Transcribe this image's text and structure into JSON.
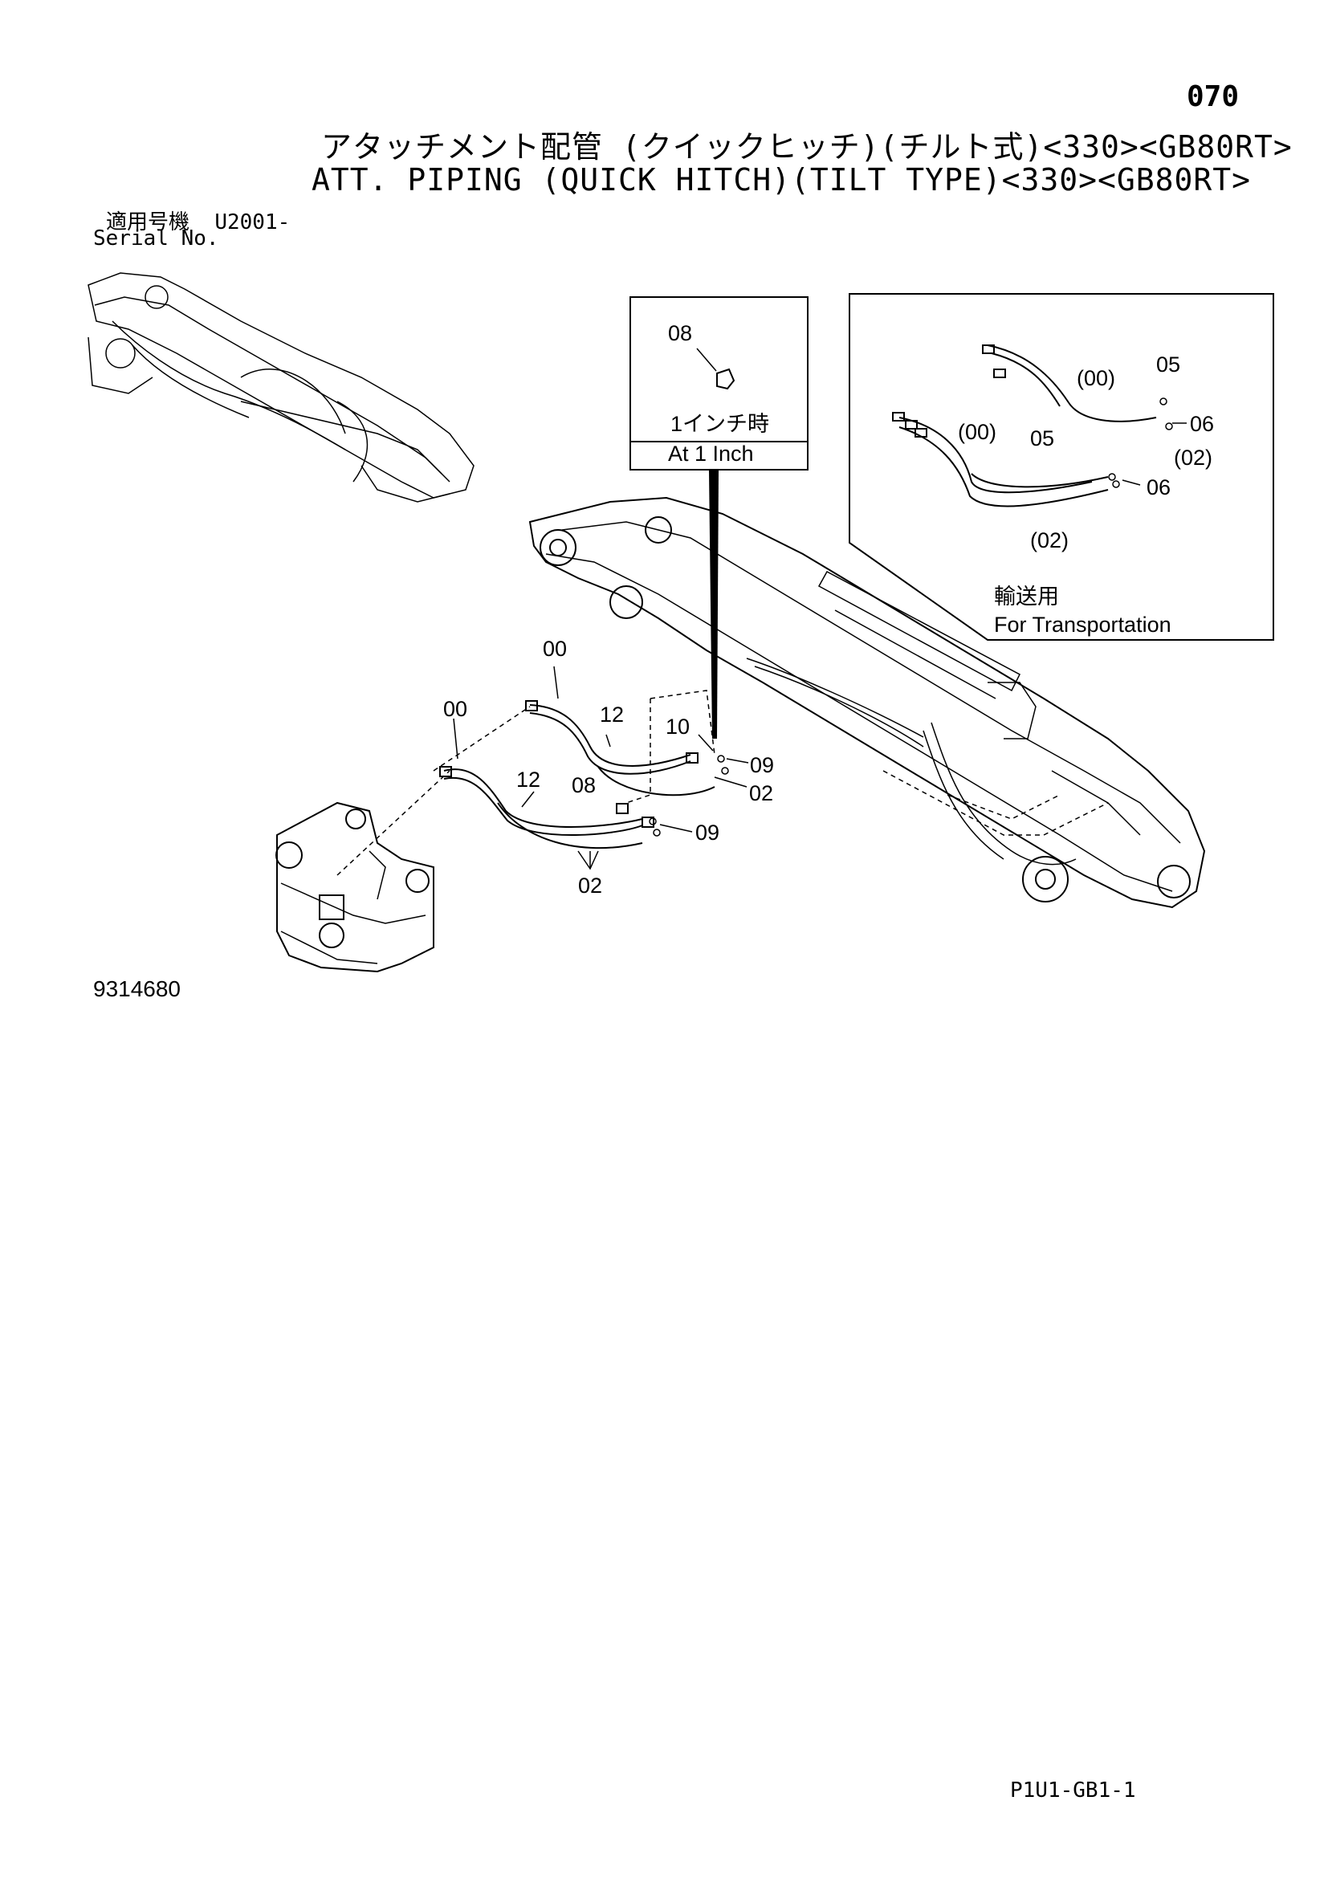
{
  "header": {
    "page_number": "070",
    "title_jp": "アタッチメント配管 (クイックヒッチ)(チルト式)<330><GB80RT>",
    "title_en": "ATT. PIPING (QUICK HITCH)(TILT TYPE)<330><GB80RT>",
    "serial_label_jp": "適用号機",
    "serial_value": "U2001-",
    "serial_label_en": "Serial No."
  },
  "inset_one_inch": {
    "part_label": "08",
    "caption_jp": "1インチ時",
    "caption_en": "At 1 Inch"
  },
  "inset_transport": {
    "callouts": [
      "(00)",
      "05",
      "06",
      "(00)",
      "05",
      "(02)",
      "06",
      "(02)"
    ],
    "caption_jp": "輸送用",
    "caption_en": "For Transportation"
  },
  "main_callouts": [
    "00",
    "00",
    "12",
    "10",
    "09",
    "12",
    "08",
    "02",
    "09",
    "02"
  ],
  "footer": {
    "drawing_number": "9314680",
    "sheet_code": "P1U1-GB1-1"
  }
}
